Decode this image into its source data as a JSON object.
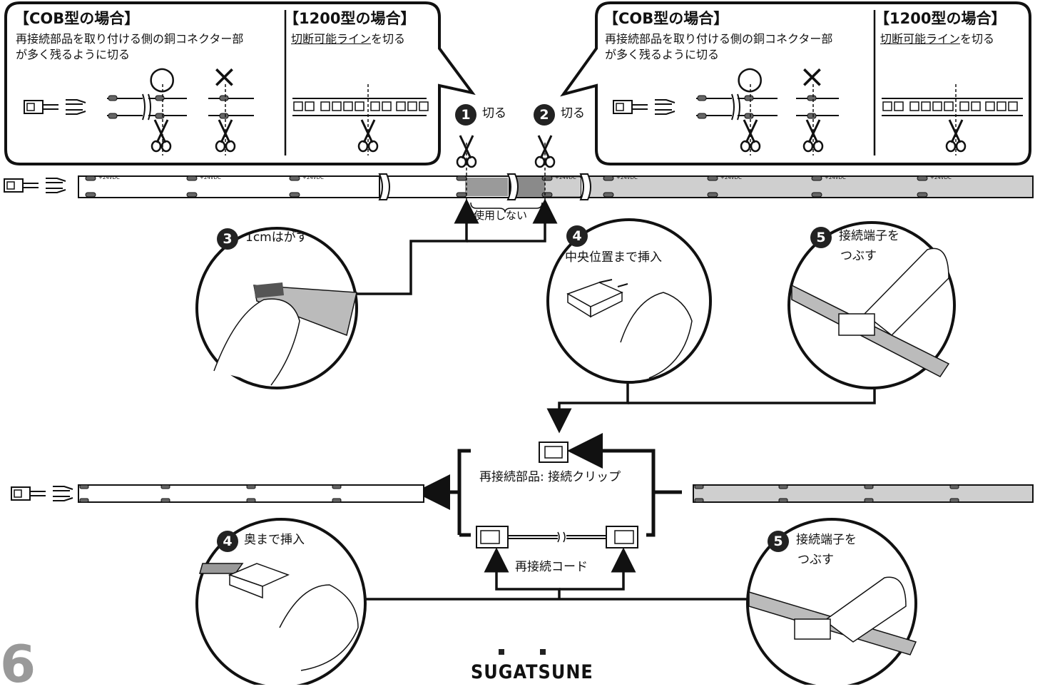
{
  "callout_left": {
    "cob_heading": "【COB型の場合】",
    "cob_text_line1": "再接続部品を取り付ける側の銅コネクター部",
    "cob_text_line2": "が多く残るように切る",
    "ok_mark": "○",
    "ng_mark": "×",
    "model1200_heading": "【1200型の場合】",
    "model1200_text_underlined": "切断可能ライン",
    "model1200_text_rest": "を切る"
  },
  "callout_right": {
    "cob_heading": "【COB型の場合】",
    "cob_text_line1": "再接続部品を取り付ける側の銅コネクター部",
    "cob_text_line2": "が多く残るように切る",
    "ok_mark": "○",
    "ng_mark": "×",
    "model1200_heading": "【1200型の場合】",
    "model1200_text_underlined": "切断可能ライン",
    "model1200_text_rest": "を切る"
  },
  "strip_label": "+24VDC",
  "steps": {
    "step1": {
      "number": "1",
      "label": "切る"
    },
    "step2": {
      "number": "2",
      "label": "切る"
    },
    "unused_label": "使用しない",
    "step3": {
      "number": "3",
      "label": "1cmはがす"
    },
    "step4a": {
      "number": "4",
      "label": "中央位置まで挿入"
    },
    "step5a": {
      "number": "5",
      "label_line1": "接続端子を",
      "label_line2": "つぶす"
    },
    "step4b": {
      "number": "4",
      "label": "奥まで挿入"
    },
    "step5b": {
      "number": "5",
      "label_line1": "接続端子を",
      "label_line2": "つぶす"
    }
  },
  "parts": {
    "clip_label": "再接続部品: 接続クリップ",
    "cord_label": "再接続コード"
  },
  "footer": {
    "page_number": "6",
    "brand": "SUGATSUNE"
  },
  "colors": {
    "line": "#1a1a1a",
    "strip_fill": "#cfcfcf",
    "strip_dark": "#9a9a9a"
  }
}
